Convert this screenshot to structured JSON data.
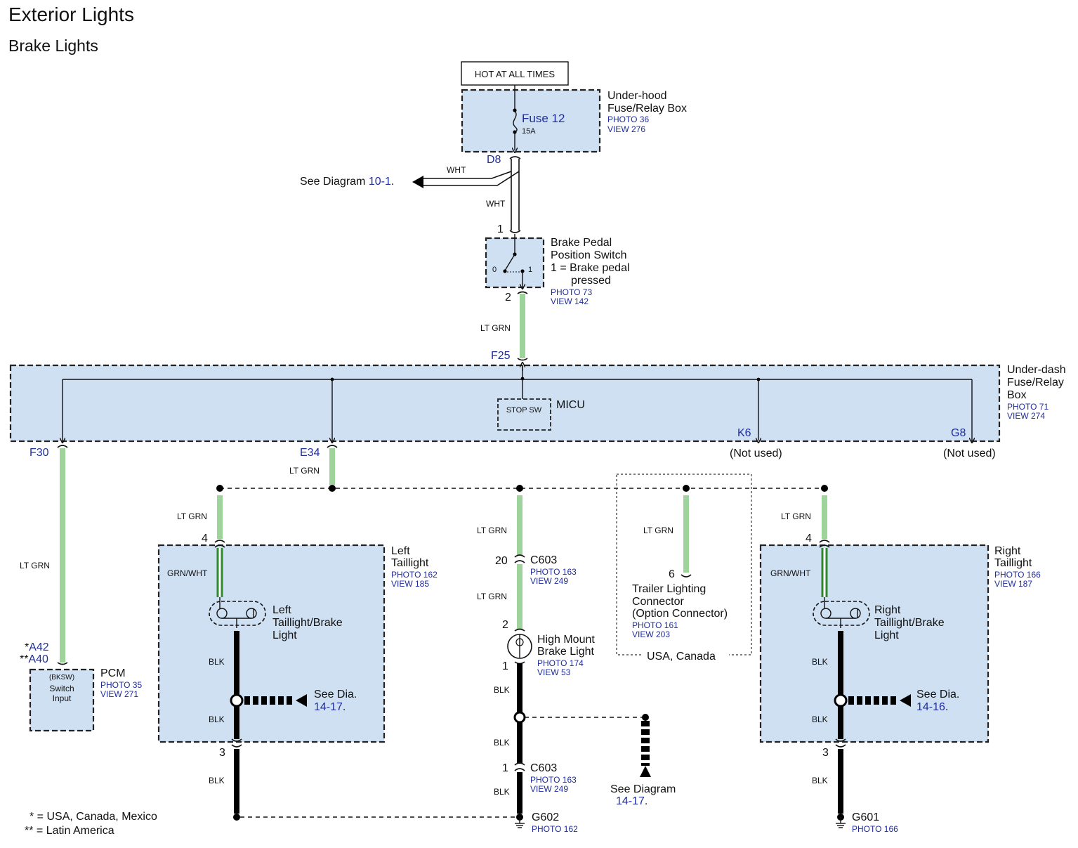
{
  "header": {
    "title": "Exterior Lights",
    "subtitle": "Brake Lights"
  },
  "power": {
    "label": "HOT AT ALL TIMES"
  },
  "underhood": {
    "name_l1": "Under-hood",
    "name_l2": "Fuse/Relay Box",
    "photo": "PHOTO 36",
    "view": "VIEW 276",
    "fuse_label": "Fuse 12",
    "fuse_rating": "15A",
    "pin": "D8"
  },
  "see_diagram_10": {
    "prefix": "See Diagram ",
    "ref": "10-1",
    "suffix": "."
  },
  "wires": {
    "wht": "WHT",
    "lt_grn": "LT GRN",
    "grn_wht": "GRN/WHT",
    "blk": "BLK"
  },
  "brake_switch": {
    "l1": "Brake Pedal",
    "l2": "Position Switch",
    "l3": "1 = Brake pedal",
    "l4": "pressed",
    "photo": "PHOTO 73",
    "view": "VIEW 142",
    "pin_top": "1",
    "pin_bottom": "2",
    "pos0": "0",
    "pos1": "1"
  },
  "underdash": {
    "l1": "Under-dash",
    "l2": "Fuse/Relay",
    "l3": "Box",
    "photo": "PHOTO 71",
    "view": "VIEW 274",
    "pin_in": "F25",
    "micu": "MICU",
    "stop_sw": "STOP SW",
    "pin_f30": "F30",
    "pin_e34": "E34",
    "pin_k6": "K6",
    "pin_g8": "G8",
    "not_used": "(Not used)"
  },
  "pcm": {
    "name": "PCM",
    "photo": "PHOTO 35",
    "view": "VIEW 271",
    "bksw": "(BKSW)",
    "switch": "Switch",
    "input": "Input",
    "pin_a42": "A42",
    "pin_a40": "A40",
    "star1": "*",
    "star2": "**"
  },
  "left_taillight": {
    "l1": "Left",
    "l2": "Taillight",
    "photo": "PHOTO 162",
    "view": "VIEW 185",
    "bulb_l1": "Left",
    "bulb_l2": "Taillight/Brake",
    "bulb_l3": "Light",
    "pin_top": "4",
    "pin_bottom": "3",
    "see_l1": "See Dia.",
    "see_ref": "14-17",
    "see_suffix": "."
  },
  "high_mount": {
    "conn": "C603",
    "photo": "PHOTO 163",
    "view": "VIEW 249",
    "pin_20": "20",
    "pin_2": "2",
    "pin_1": "1",
    "l1": "High Mount",
    "l2": "Brake Light",
    "lamp_photo": "PHOTO 174",
    "lamp_view": "VIEW 53",
    "conn2": "C603",
    "photo2": "PHOTO 163",
    "view2": "VIEW 249",
    "pin_c1": "1"
  },
  "see_diagram_14": {
    "l1": "See Diagram",
    "ref": "14-17",
    "suffix": "."
  },
  "trailer": {
    "pin": "6",
    "l1": "Trailer Lighting",
    "l2": "Connector",
    "l3": "(Option Connector)",
    "photo": "PHOTO 161",
    "view": "VIEW 203",
    "region": "USA, Canada"
  },
  "right_taillight": {
    "l1": "Right",
    "l2": "Taillight",
    "photo": "PHOTO 166",
    "view": "VIEW 187",
    "bulb_l1": "Right",
    "bulb_l2": "Taillight/Brake",
    "bulb_l3": "Light",
    "pin_top": "4",
    "pin_bottom": "3",
    "see_l1": "See Dia.",
    "see_ref": "14-16",
    "see_suffix": "."
  },
  "grounds": {
    "g602": "G602",
    "g602_photo": "PHOTO 162",
    "g601": "G601",
    "g601_photo": "PHOTO 166"
  },
  "footnotes": {
    "f1": "* = USA, Canada, Mexico",
    "f2": "** = Latin America"
  }
}
